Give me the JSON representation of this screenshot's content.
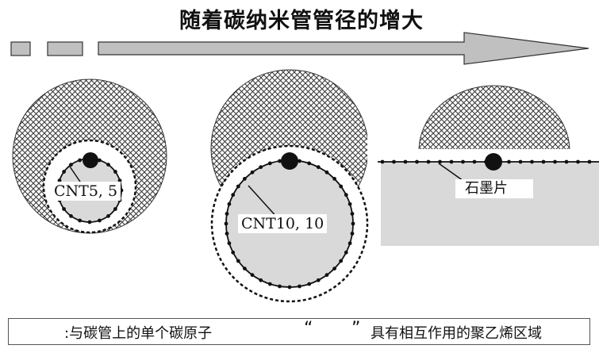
{
  "title": "随着碳纳米管管径的增大",
  "labels": {
    "cnt55": "CNT5, 5",
    "cnt1010": "CNT10, 10",
    "graphene": "石墨片"
  },
  "legend": {
    "crosshatch_text": ":与碳管上的单个碳原子",
    "dot_quote_open": "“",
    "dot_quote_close": "”",
    "dot_text": "具有相互作用的聚乙烯区域"
  },
  "colors": {
    "hatch_bg": "#ffffff",
    "hatch_line": "#333333",
    "tube_fill": "#d9d9d9",
    "arrow_fill": "#c0c0c0",
    "ink": "#111111"
  },
  "icons": {
    "arrow": "right-arrow-icon",
    "atom": "filled-circle-icon",
    "hatch": "crosshatch-swatch-icon"
  }
}
